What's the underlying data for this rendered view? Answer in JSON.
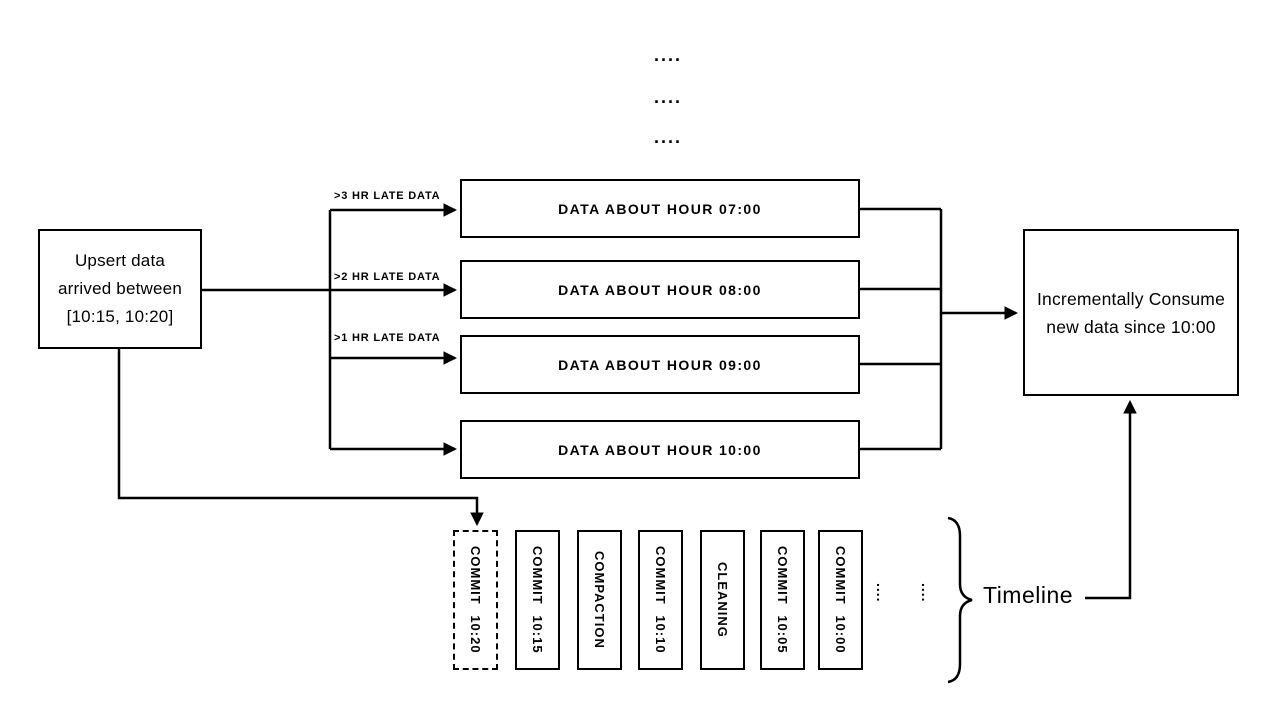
{
  "colors": {
    "ink": "#000000",
    "background": "#ffffff"
  },
  "top_ellipsis": {
    "rows": [
      "....",
      "....",
      "...."
    ]
  },
  "upsert_box": {
    "line1": "Upsert data",
    "line2": "arrived between",
    "line3": "[10:15, 10:20]"
  },
  "late_arrows": {
    "label3hr": ">3 HR LATE DATA",
    "label2hr": ">2 HR LATE DATA",
    "label1hr": ">1 HR LATE DATA"
  },
  "hour_boxes": {
    "hour07": "DATA ABOUT HOUR 07:00",
    "hour08": "DATA ABOUT HOUR 08:00",
    "hour09": "DATA ABOUT HOUR 09:00",
    "hour10": "DATA ABOUT HOUR 10:00"
  },
  "consume_box": {
    "line1": "Incrementally Consume",
    "line2": "new data since 10:00"
  },
  "timeline": {
    "commits": [
      {
        "label": "COMMIT 10:20",
        "style": "dashed"
      },
      {
        "label": "COMMIT 10:15",
        "style": "solid"
      },
      {
        "label": "COMPACTION",
        "style": "solid"
      },
      {
        "label": "COMMIT 10:10",
        "style": "solid"
      },
      {
        "label": "CLEANING",
        "style": "solid"
      },
      {
        "label": "COMMIT 10:05",
        "style": "solid"
      },
      {
        "label": "COMMIT 10:00",
        "style": "solid"
      }
    ],
    "ellipsis": [
      "....",
      "...."
    ],
    "label": "Timeline"
  }
}
